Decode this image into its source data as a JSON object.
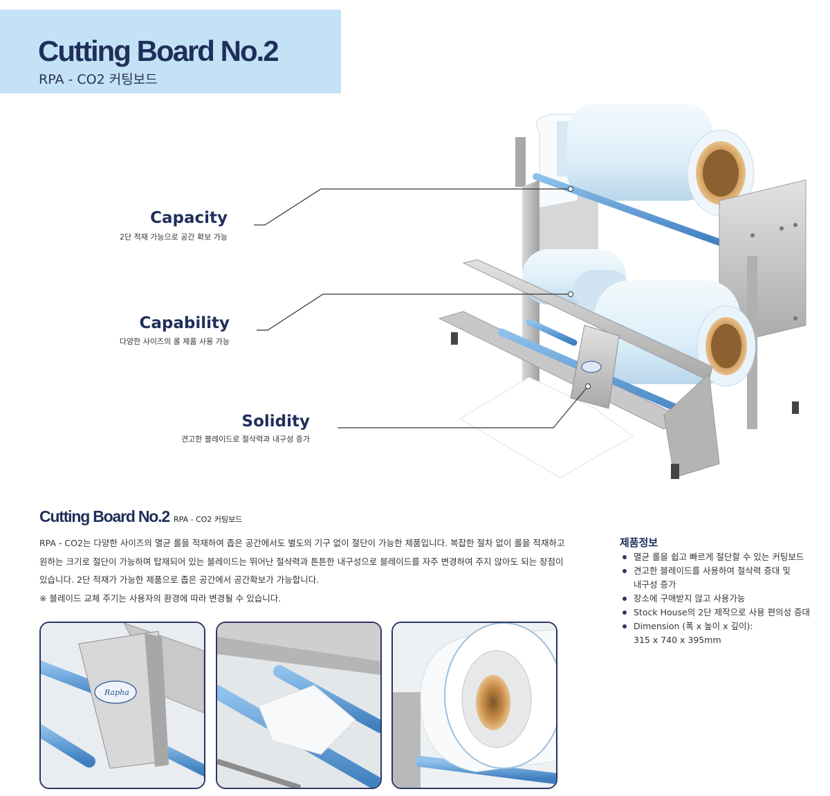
{
  "header": {
    "title": "Cutting Board No.2",
    "subtitle": "RPA - CO2 커팅보드"
  },
  "features": [
    {
      "title": "Capacity",
      "desc": "2단 적재 가능으로 공간 확보 가능"
    },
    {
      "title": "Capability",
      "desc": "다양한 사이즈의 롤 제품 사용 가능"
    },
    {
      "title": "Solidity",
      "desc": "견고한 블레이드로 절삭력과 내구성 증가"
    }
  ],
  "section": {
    "title": "Cutting Board No.2",
    "subtitle": "RPA - CO2 커팅보드",
    "lines": [
      "RPA - CO2는 다양한 사이즈의 멸균 롤을 적재하여 좁은 공간에서도 별도의 기구 없이 절단이 가능한 제품입니다. 복잡한 절차 없이 롤을 적재하고",
      "원하는 크기로 절단이 가능하며 탑재되어 있는 블레이드는 뛰어난 절삭력과 튼튼한 내구성으로 블레이드를 자주 변경하여 주지 않아도 되는 장점이",
      "있습니다. 2단 적재가 가능한 제품으로 좁은 공간에서 공간확보가 가능합니다.",
      "※ 블레이드 교체 주기는 사용자의 환경에 따라 변경될 수 있습니다."
    ]
  },
  "product_info": {
    "title": "제품정보",
    "items": [
      "멸균 롤을 쉽고 빠르게 절단할 수 있는 커팅보드",
      "견고한 블레이드를 사용하여 절삭력 증대 및",
      "장소에 구애받지 않고 사용가능",
      "Stock House의 2단 제작으로 사용 편의성 증대",
      "Dimension (폭 x 높이 x 깊이):"
    ],
    "item_continuations": {
      "1": "내구성 증가",
      "4": "315 x 740 x 395mm"
    }
  },
  "logo_text": "Rapha",
  "colors": {
    "navy": "#1f2f5a",
    "header_bg": "#c3e2f5",
    "rod_blue": "#5b9bd5",
    "steel": "#b9b9b9"
  }
}
